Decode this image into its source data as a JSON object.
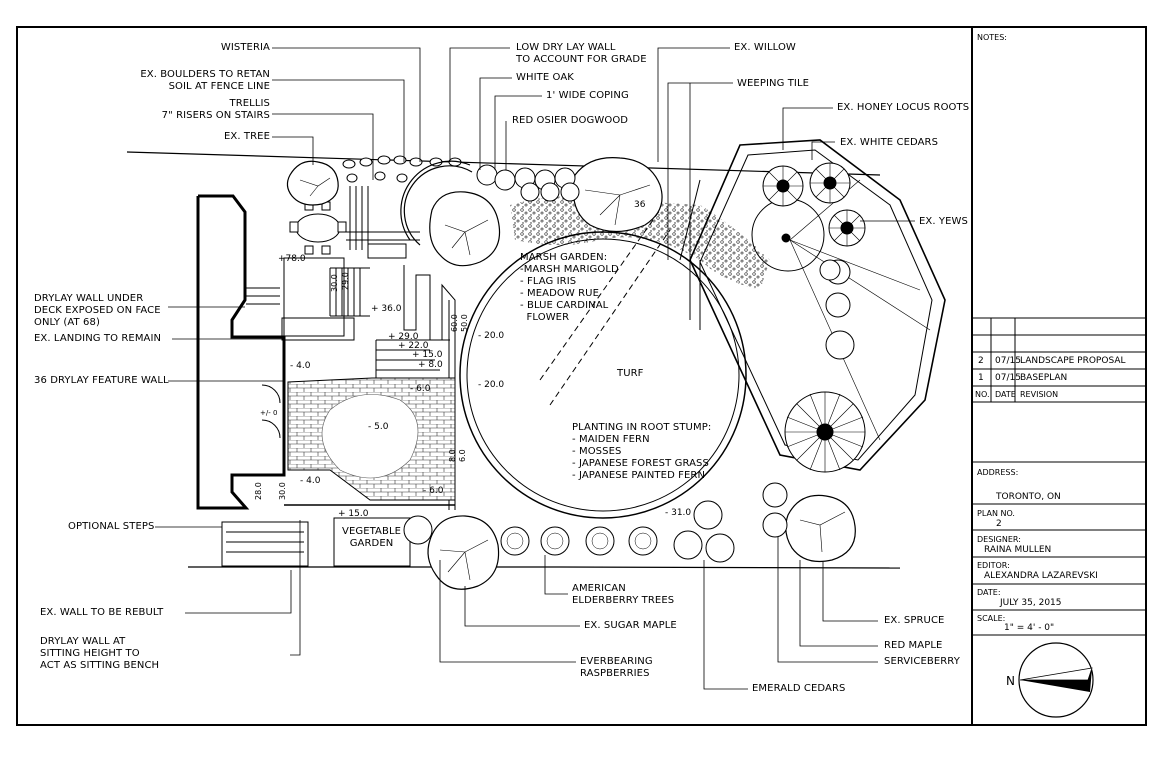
{
  "labels_left": {
    "wisteria": "WISTERIA",
    "boulders": "EX. BOULDERS TO RETAN\nSOIL AT FENCE LINE",
    "trellis": "TRELLIS\n7\" RISERS ON STAIRS",
    "ex_tree": "EX. TREE",
    "drylay_under_deck": "DRYLAY WALL UNDER\nDECK EXPOSED ON FACE\nONLY (AT 68)",
    "ex_landing": "EX. LANDING TO REMAIN",
    "feature_wall": "36 DRYLAY FEATURE WALL",
    "optional_steps": "OPTIONAL STEPS",
    "ex_wall_rebuilt": "EX. WALL TO BE REBULT",
    "sitting_bench": "DRYLAY WALL AT\nSITTING HEIGHT TO\nACT AS SITTING BENCH"
  },
  "labels_top": {
    "low_dry_lay": "LOW DRY LAY WALL\nTO ACCOUNT FOR GRADE",
    "white_oak": "WHITE OAK",
    "coping": "1' WIDE COPING",
    "dogwood": "RED OSIER DOGWOOD",
    "ex_willow": "EX. WILLOW",
    "weeping_tile": "WEEPING TILE",
    "honey_locus": "EX. HONEY LOCUS ROOTS",
    "white_cedars": "EX. WHITE CEDARS",
    "ex_yews": "EX. YEWS"
  },
  "labels_bottom": {
    "elderberry": "AMERICAN\nELDERBERRY TREES",
    "sugar_maple": "EX. SUGAR MAPLE",
    "raspberries": "EVERBEARING\nRASPBERRIES",
    "emerald_cedars": "EMERALD CEDARS",
    "ex_spruce": "EX. SPRUCE",
    "red_maple": "RED MAPLE",
    "serviceberry": "SERVICEBERRY"
  },
  "plan_text": {
    "marsh_garden": "MARSH GARDEN:\n-MARSH MARIGOLD\n- FLAG IRIS\n- MEADOW RUE\n- BLUE CARDINAL\n  FLOWER",
    "turf": "TURF",
    "root_stump": "PLANTING IN ROOT STUMP:\n- MAIDEN FERN\n- MOSSES\n- JAPANESE FOREST GRASS\n- JAPANESE PAINTED FERN",
    "vegetable_garden": "VEGETABLE\nGARDEN"
  },
  "dimensions": {
    "d78": "+78.0",
    "d36": "+ 36.0",
    "d29": "+ 29.0",
    "d22": "+ 22.0",
    "d15": "+ 15.0",
    "d8": "+ 8.0",
    "d6a": "- 6.0",
    "d20a": "- 20.0",
    "d20b": "- 20.0",
    "d4a": "- 4.0",
    "d5": "- 5.0",
    "d4b": "- 4.0",
    "d6b": "- 6.0",
    "d31": "- 31.0",
    "d36b": "36",
    "d15b": "+ 15.0",
    "d0": "+/- 0",
    "d30v": "30.0",
    "d60v": "60.0",
    "d50v": "50.0",
    "d80v": "8.0",
    "d60v2": "6.0",
    "d300v": "30.0",
    "d280v": "28.0",
    "d29v": "29.0"
  },
  "title_block": {
    "notes": "NOTES:",
    "rev_header_no": "NO.",
    "rev_header_date": "DATE",
    "rev_header_revision": "REVISION",
    "revisions": [
      {
        "no": "2",
        "date": "07/15",
        "revision": "LANDSCAPE PROPOSAL"
      },
      {
        "no": "1",
        "date": "07/15",
        "revision": "BASEPLAN"
      }
    ],
    "address_label": "ADDRESS:",
    "address": "TORONTO, ON",
    "plan_no_label": "PLAN NO.",
    "plan_no": "2",
    "designer_label": "DESIGNER:",
    "designer": "RAINA MULLEN",
    "editor_label": "EDITOR:",
    "editor": "ALEXANDRA LAZAREVSKI",
    "date_label": "DATE:",
    "date": "JULY 35, 2015",
    "scale_label": "SCALE:",
    "scale": "1\" = 4' - 0\"",
    "north": "N"
  }
}
